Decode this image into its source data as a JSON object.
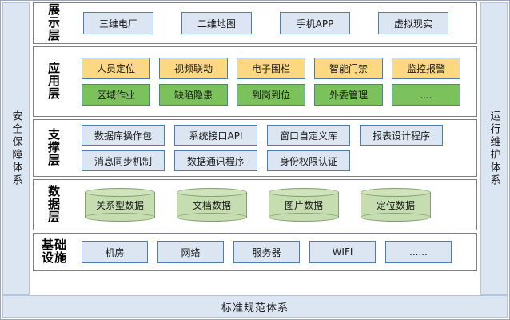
{
  "frame": {
    "left_rail_label": "安全保障体系",
    "right_rail_label": "运行维护体系",
    "bottom_bar_label": "标准规范体系"
  },
  "layers": [
    {
      "id": "presentation",
      "label": "展示层",
      "label_lines": [
        "展",
        "示",
        "层"
      ],
      "rows": [
        {
          "style": "blue",
          "nodes": [
            "三维电厂",
            "二维地图",
            "手机APP",
            "虚拟现实"
          ]
        }
      ]
    },
    {
      "id": "application",
      "label": "应用层",
      "label_lines": [
        "应",
        "用",
        "层"
      ],
      "rows": [
        {
          "style": "amber",
          "nodes": [
            "人员定位",
            "视频联动",
            "电子围栏",
            "智能门禁",
            "监控报警"
          ]
        },
        {
          "style": "green",
          "nodes": [
            "区域作业",
            "缺陷隐患",
            "到岗到位",
            "外委管理",
            "...."
          ]
        }
      ]
    },
    {
      "id": "support",
      "label": "支撑层",
      "label_lines": [
        "支",
        "撑",
        "层"
      ],
      "rows": [
        {
          "style": "blue",
          "nodes": [
            "数据库操作包",
            "系统接口API",
            "窗口自定义库",
            "报表设计程序"
          ]
        },
        {
          "style": "blue",
          "nodes": [
            "消息同步机制",
            "数据通讯程序",
            "身份权限认证"
          ]
        }
      ]
    },
    {
      "id": "data",
      "label": "数据层",
      "label_lines": [
        "数",
        "据",
        "层"
      ],
      "rows": [
        {
          "style": "cylinder",
          "nodes": [
            "关系型数据",
            "文档数据",
            "图片数据",
            "定位数据"
          ]
        }
      ]
    },
    {
      "id": "infrastructure",
      "label": "基础设施",
      "label_lines": [
        "基础",
        "设施"
      ],
      "rows": [
        {
          "style": "blue",
          "nodes": [
            "机房",
            "网络",
            "服务器",
            "WIFI",
            "......"
          ]
        }
      ]
    }
  ],
  "colors": {
    "rail_fill": "#dce5f2",
    "rail_border": "#b6c4da",
    "node_blue_fill": "#dce6f2",
    "node_amber_fill": "#fcd980",
    "node_green_fill": "#7bc15c",
    "node_border": "#4a7ebb",
    "cylinder_fill": "#c5ddb0",
    "cylinder_border": "#86a06e",
    "layer_border": "#7f7f7f"
  }
}
